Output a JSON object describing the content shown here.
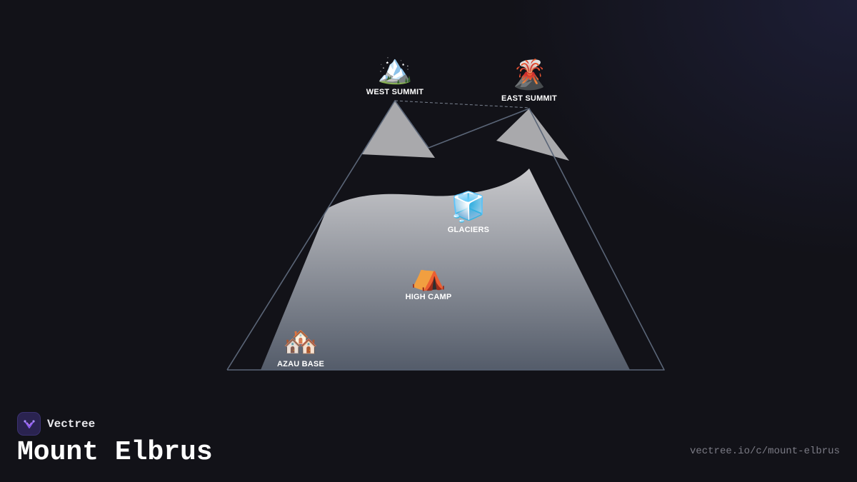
{
  "diagram": {
    "nodes": [
      {
        "id": "west-summit",
        "label": "WEST SUMMIT",
        "icon": "snow-capped-mountain-icon",
        "glyph": "🏔️"
      },
      {
        "id": "east-summit",
        "label": "EAST SUMMIT",
        "icon": "volcano-icon",
        "glyph": "🌋"
      },
      {
        "id": "glaciers",
        "label": "GLACIERS",
        "icon": "ice-cube-icon",
        "glyph": "🧊"
      },
      {
        "id": "high-camp",
        "label": "HIGH CAMP",
        "icon": "tent-icon",
        "glyph": "⛺"
      },
      {
        "id": "azau-base",
        "label": "AZAU BASE",
        "icon": "houses-icon",
        "glyph": "🏘️"
      }
    ],
    "links": [
      {
        "from": "west-summit",
        "to": "east-summit",
        "style": "dashed"
      }
    ]
  },
  "brand": {
    "name": "Vectree",
    "icon": "vectree-logo-icon"
  },
  "title": "Mount Elbrus",
  "url": "vectree.io/c/mount-elbrus",
  "colors": {
    "background": "#121218",
    "mountain_outline": "#5a6577",
    "snow_top": "#c9c9cc",
    "snow_bottom": "#545c6a",
    "peak": "#a9a9ac"
  }
}
